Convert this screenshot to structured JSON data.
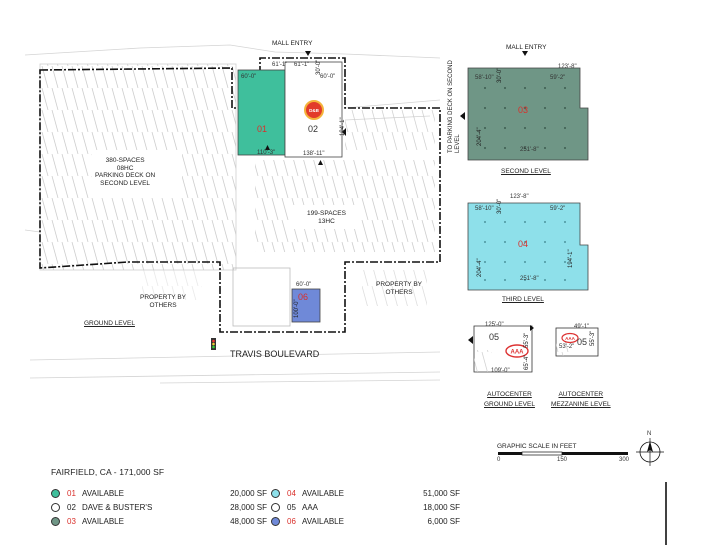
{
  "site": {
    "mall_entry_label": "MALL ENTRY",
    "parking_lot_label": "380-SPACES\n08HC\nPARKING DECK ON\nSECOND LEVEL",
    "parking_mid_label": "199-SPACES\n13HC",
    "property_left_label": "PROPERTY BY\nOTHERS",
    "property_right_label": "PROPERTY BY\nOTHERS",
    "street_label": "TRAVIS BOULEVARD",
    "ground_level_label": "GROUND LEVEL"
  },
  "units": {
    "u01": {
      "num": "01",
      "color": "#3fbf9c"
    },
    "u02": {
      "num": "02",
      "color": "#ffffff"
    },
    "u03": {
      "num": "03",
      "color": "#6f9686"
    },
    "u04": {
      "num": "04",
      "color": "#8ee0ea"
    },
    "u05": {
      "num": "05",
      "color": "#ffffff"
    },
    "u06": {
      "num": "06",
      "color": "#6f89d8"
    }
  },
  "dimensions": {
    "d01_top": "60'-0\"",
    "d01_bottom": "110'-3\"",
    "d02_top_a": "61'-1\"",
    "d02_top_b": "61'-1\"",
    "d02_top_c": "60'-0\"",
    "d02_side_a": "30'-0\"",
    "d02_side_b": "194'-1\"",
    "d02_bottom": "138'-11\"",
    "d06_top": "60'-0\"",
    "d06_side": "100'-0\"",
    "d03_top": "123'-8\"",
    "d03_left": "58'-10\"",
    "d03_right": "59'-2\"",
    "d03_mid": "30'-0\"",
    "d03_side": "204'-4\"",
    "d03_bottom": "251'-8\"",
    "d04_top": "123'-8\"",
    "d04_left": "58'-10\"",
    "d04_right": "59'-2\"",
    "d04_mid": "30'-0\"",
    "d04_side_l": "204'-4\"",
    "d04_side_r": "194'-1\"",
    "d04_bottom": "251'-8\"",
    "d05_top": "125'-0\"",
    "d05_right": "55'-3\"",
    "d05_right2": "65'-4\"",
    "d05_bottom": "109'-0\"",
    "d05m_top": "49'-1\"",
    "d05m_side": "55'-3\"",
    "d05m_bottom": "53'-2\""
  },
  "levels": {
    "second_entry": "MALL ENTRY",
    "second_label": "SECOND LEVEL",
    "deck_label": "TO PARKING DECK ON SECOND LEVEL",
    "third_label": "THIRD LEVEL",
    "auto_ground_label": "AUTOCENTER\nGROUND LEVEL",
    "auto_mezz_label": "AUTOCENTER\nMEZZANINE LEVEL"
  },
  "scale": {
    "title": "GRAPHIC SCALE IN FEET",
    "ticks": [
      "0",
      "150",
      "300"
    ],
    "north": "N"
  },
  "legend": {
    "title": "FAIRFIELD, CA - 171,000 SF",
    "items": [
      {
        "num": "01",
        "name": "AVAILABLE",
        "area": "20,000 SF",
        "color": "#3fbf9c",
        "red": true
      },
      {
        "num": "02",
        "name": "DAVE & BUSTER'S",
        "area": "28,000 SF",
        "color": "#ffffff",
        "red": false
      },
      {
        "num": "03",
        "name": "AVAILABLE",
        "area": "48,000 SF",
        "color": "#6f9686",
        "red": true
      },
      {
        "num": "04",
        "name": "AVAILABLE",
        "area": "51,000 SF",
        "color": "#8ee0ea",
        "red": true
      },
      {
        "num": "05",
        "name": "AAA",
        "area": "18,000 SF",
        "color": "#ffffff",
        "red": false
      },
      {
        "num": "06",
        "name": "AVAILABLE",
        "area": "6,000 SF",
        "color": "#6f89d8",
        "red": true
      }
    ]
  }
}
